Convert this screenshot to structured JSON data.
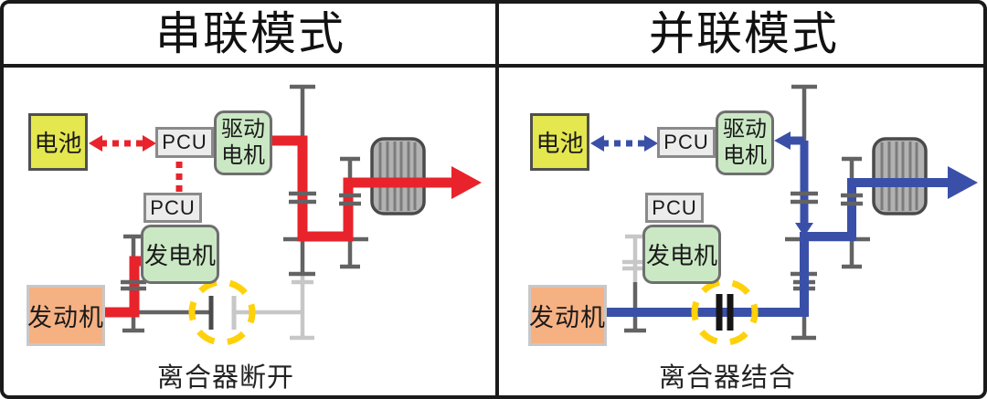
{
  "colors": {
    "border": "#1a1a1a",
    "flow-left": "#e8232b",
    "flow-right": "#3a50a8",
    "clutch-ring": "#ffd10a",
    "battery-fill": "#e5e74f",
    "battery-border": "#4f4f4f",
    "pcu-fill": "#ececec",
    "pcu-border": "#8a8a8a",
    "motor-fill": "#cbe8c5",
    "motor-border": "#6f6f6f",
    "engine-fill": "#f6b183",
    "engine-border": "#c8c8c8",
    "shaft-dark": "#636363",
    "shaft-light": "#c7c7c7",
    "clutch-bar-dark": "#4a4a4a",
    "clutch-bar-black": "#151515",
    "tire-fill": "#b2b2b2",
    "tire-stripe": "#7c7c7c",
    "tire-border": "#4a4a4a"
  },
  "panels": {
    "series": {
      "title": "串联模式",
      "battery_label": "电池",
      "pcu_top_label": "PCU",
      "pcu_bottom_label": "PCU",
      "drive_motor_label": "驱动电机",
      "generator_label": "发电机",
      "engine_label": "发动机",
      "clutch_label": "离合器断开"
    },
    "parallel": {
      "title": "并联模式",
      "battery_label": "电池",
      "pcu_top_label": "PCU",
      "pcu_bottom_label": "PCU",
      "drive_motor_label": "驱动电机",
      "generator_label": "发电机",
      "engine_label": "发动机",
      "clutch_label": "离合器结合"
    }
  }
}
